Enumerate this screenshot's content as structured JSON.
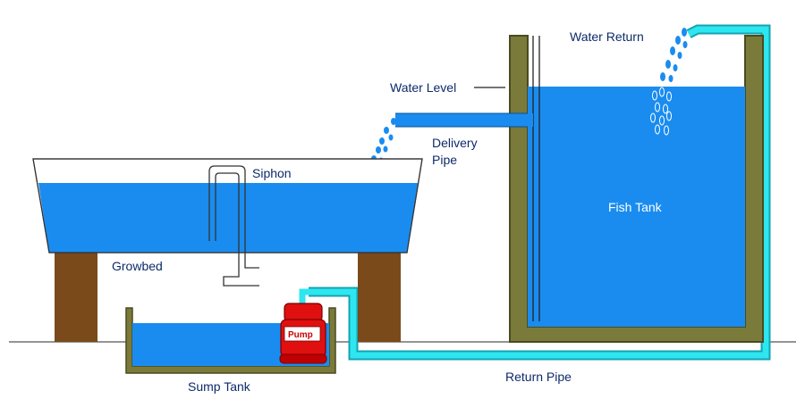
{
  "labels": {
    "water_return": "Water Return",
    "water_level": "Water Level",
    "delivery_pipe_line1": "Delivery",
    "delivery_pipe_line2": "Pipe",
    "siphon": "Siphon",
    "fish_tank": "Fish Tank",
    "growbed": "Growbed",
    "pump": "Pump",
    "sump_tank": "Sump Tank",
    "return_pipe": "Return Pipe"
  },
  "colors": {
    "water": "#1a8cf0",
    "tank_wall": "#7a7a3a",
    "tank_wall_edge": "#4a4a20",
    "leg": "#7a4a1a",
    "pipe_cyan": "#2ee6f0",
    "pump_red": "#e01010",
    "label_dark": "#0d2a6b"
  }
}
